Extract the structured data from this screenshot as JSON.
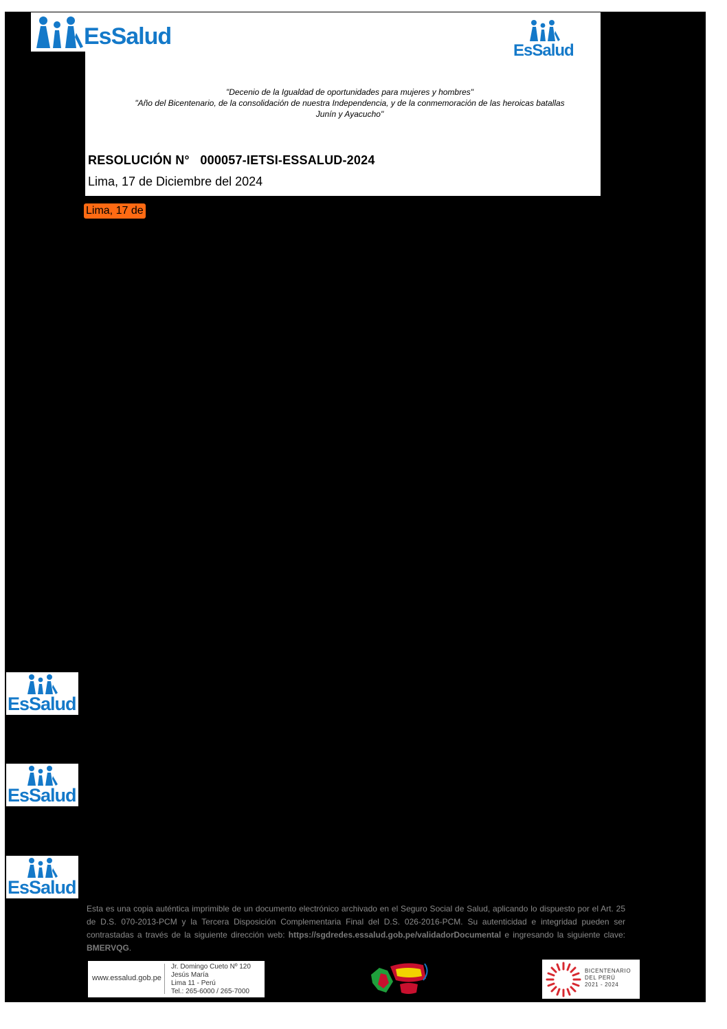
{
  "header": {
    "logo_text": "EsSalud",
    "slogan_line1": "\"Decenio de la Igualdad de oportunidades para mujeres y hombres\"",
    "slogan_line2": "\"Año del Bicentenario, de la consolidación de nuestra Independencia, y de la conmemoración de las heroicas batallas",
    "slogan_line3": "Junín y Ayacucho\"",
    "resolution_label": "RESOLUCIÓN N°",
    "resolution_number": "000057-IETSI-ESSALUD-2024",
    "date": "Lima, 17 de Diciembre del 2024"
  },
  "highlight_text": "Lima, 17 de",
  "side_logos": [
    "EsSalud",
    "EsSalud",
    "EsSalud"
  ],
  "footer": {
    "notice_part1": "Esta es una copia auténtica imprimible de un documento electrónico archivado en el Seguro Social de Salud, aplicando lo dispuesto por el Art. 25 de D.S. 070-2013-PCM y la Tercera Disposición Complementaria Final del D.S. 026-2016-PCM. Su autenticidad e integridad pueden ser contrastadas a través de la siguiente dirección web:",
    "validator_url": "https://sgdredes.essalud.gob.pe/validadorDocumental",
    "notice_part2": "e ingresando la siguiente clave:",
    "key": "BMERVQG",
    "website": "www.essalud.gob.pe",
    "address_line1": "Jr. Domingo Cueto Nº 120",
    "address_line2": "Jesús María",
    "address_line3": "Lima 11 - Perú",
    "address_line4": "Tel.: 265-6000 / 265-7000",
    "bicentenario_line1": "BICENTENARIO",
    "bicentenario_line2": "DEL PERÚ",
    "bicentenario_line3": "2021 - 2024"
  },
  "colors": {
    "brand_blue": "#1479c9",
    "highlight_orange": "#ff6a13",
    "bicentenario_red": "#d7282f"
  }
}
